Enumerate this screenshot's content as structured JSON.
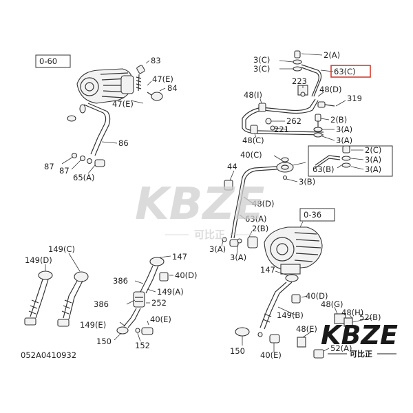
{
  "refs": {
    "r060": "0-60",
    "r036": "0-36"
  },
  "labels": {
    "l83": "83",
    "l47e_a": "47(E)",
    "l84": "84",
    "l47e_b": "47(E)",
    "l86": "86",
    "l87_a": "87",
    "l87_b": "87",
    "l65a": "65(A)",
    "l3c_a": "3(C)",
    "l2a": "2(A)",
    "l3c_b": "3(C)",
    "l63c": "63(C)",
    "l223": "223",
    "l48d_a": "48(D)",
    "l48i": "48(I)",
    "l319": "319",
    "l262": "262",
    "l2b_a": "2(B)",
    "l221": "221",
    "l3a_a": "3(A)",
    "l48c": "48(C)",
    "l3a_b": "3(A)",
    "l40c": "40(C)",
    "l2c": "2(C)",
    "l3a_c": "3(A)",
    "l63b": "63(B)",
    "l3a_d": "3(A)",
    "l44": "44",
    "l3b": "3(B)",
    "l48d_b": "48(D)",
    "l63a": "63(A)",
    "l2b_b": "2(B)",
    "l3a_e": "3(A)",
    "l3a_f": "3(A)",
    "l149c": "149(C)",
    "l149d": "149(D)",
    "l147_a": "147",
    "l386_a": "386",
    "l40d_a": "40(D)",
    "l149a": "149(A)",
    "l386_b": "386",
    "l252": "252",
    "l149e": "149(E)",
    "l40e_a": "40(E)",
    "l150_a": "150",
    "l152": "152",
    "l147_b": "147",
    "l40d_b": "40(D)",
    "l48g": "48(G)",
    "l48h": "48(H)",
    "l149b": "149(B)",
    "l52b": "52(B)",
    "l48e": "48(E)",
    "l150_b": "150",
    "l40e_b": "40(E)",
    "l52a": "52(A)",
    "drawing_no": "052A0410932"
  },
  "watermark": {
    "brand": "KBZE",
    "brand_cn": "可比正",
    "corner_brand": "KBZE",
    "corner_cn": "可比正"
  },
  "colors": {
    "highlight": "#d43c2e",
    "ink": "#333333",
    "watermark": "#cfcfcf"
  }
}
